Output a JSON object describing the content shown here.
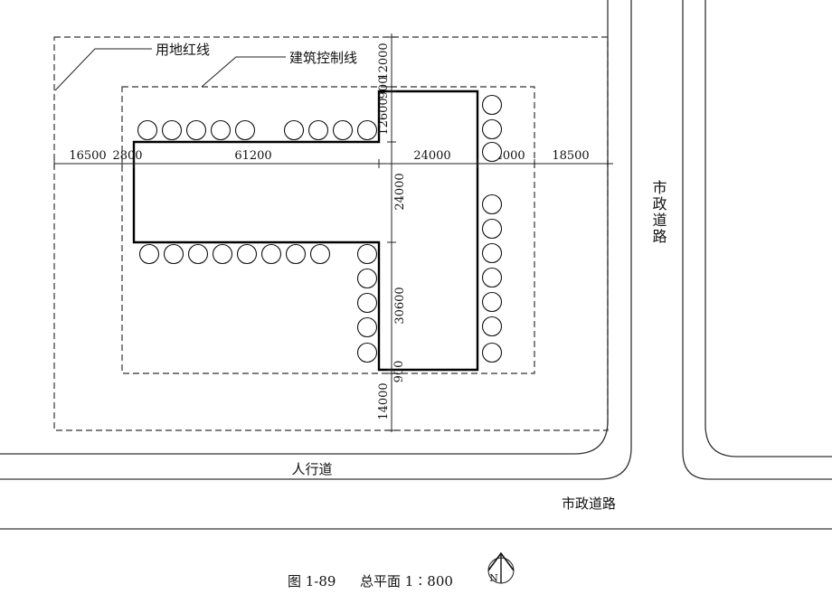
{
  "labels": {
    "site_red_line": "用地红线",
    "building_control_line": "建筑控制线",
    "municipal_road_vertical": "市政道路",
    "sidewalk": "人行道",
    "municipal_road_bottom": "市政道路",
    "caption_figure": "图 1-89",
    "caption_title": "总平面 1∶800",
    "north_symbol": "N"
  },
  "dimensions": {
    "horizontal": [
      "16500",
      "2800",
      "61200",
      "24000",
      "14000",
      "18500"
    ],
    "vertical": [
      "12000",
      "900",
      "12600",
      "24000",
      "30600",
      "900",
      "14000"
    ]
  },
  "colors": {
    "line": "#000000",
    "background": "#ffffff"
  }
}
